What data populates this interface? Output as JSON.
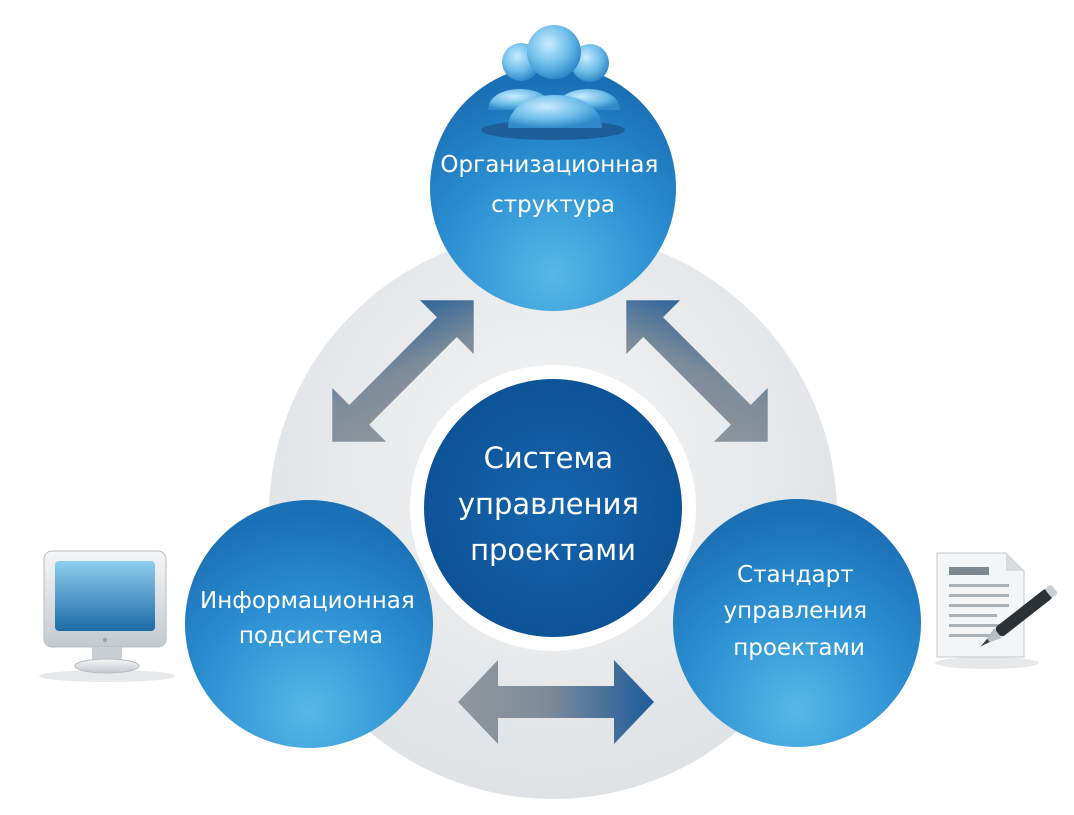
{
  "diagram": {
    "center": {
      "lines": [
        "Система",
        "управления",
        "проектами"
      ]
    },
    "nodes": {
      "top": {
        "lines": [
          "Организационная",
          "структура"
        ],
        "icon": "users-group-icon"
      },
      "left": {
        "lines": [
          "Информационная",
          "подсистема"
        ],
        "icon": "computer-monitor-icon"
      },
      "right": {
        "lines": [
          "Стандарт",
          "управления",
          "проектами"
        ],
        "icon": "document-pen-icon"
      }
    },
    "arrows": [
      {
        "from": "left",
        "to": "top",
        "icon": "double-arrow-icon"
      },
      {
        "from": "top",
        "to": "right",
        "icon": "double-arrow-icon"
      },
      {
        "from": "left",
        "to": "right",
        "icon": "double-arrow-icon"
      }
    ],
    "colors": {
      "node_blue": "#1f7fc6",
      "node_light": "#4cb1e4",
      "center_blue": "#0d5aa3",
      "ring_grey": "#e8eaec",
      "arrow_grey": "#8a949d",
      "arrow_blue": "#1a5d9e"
    }
  }
}
